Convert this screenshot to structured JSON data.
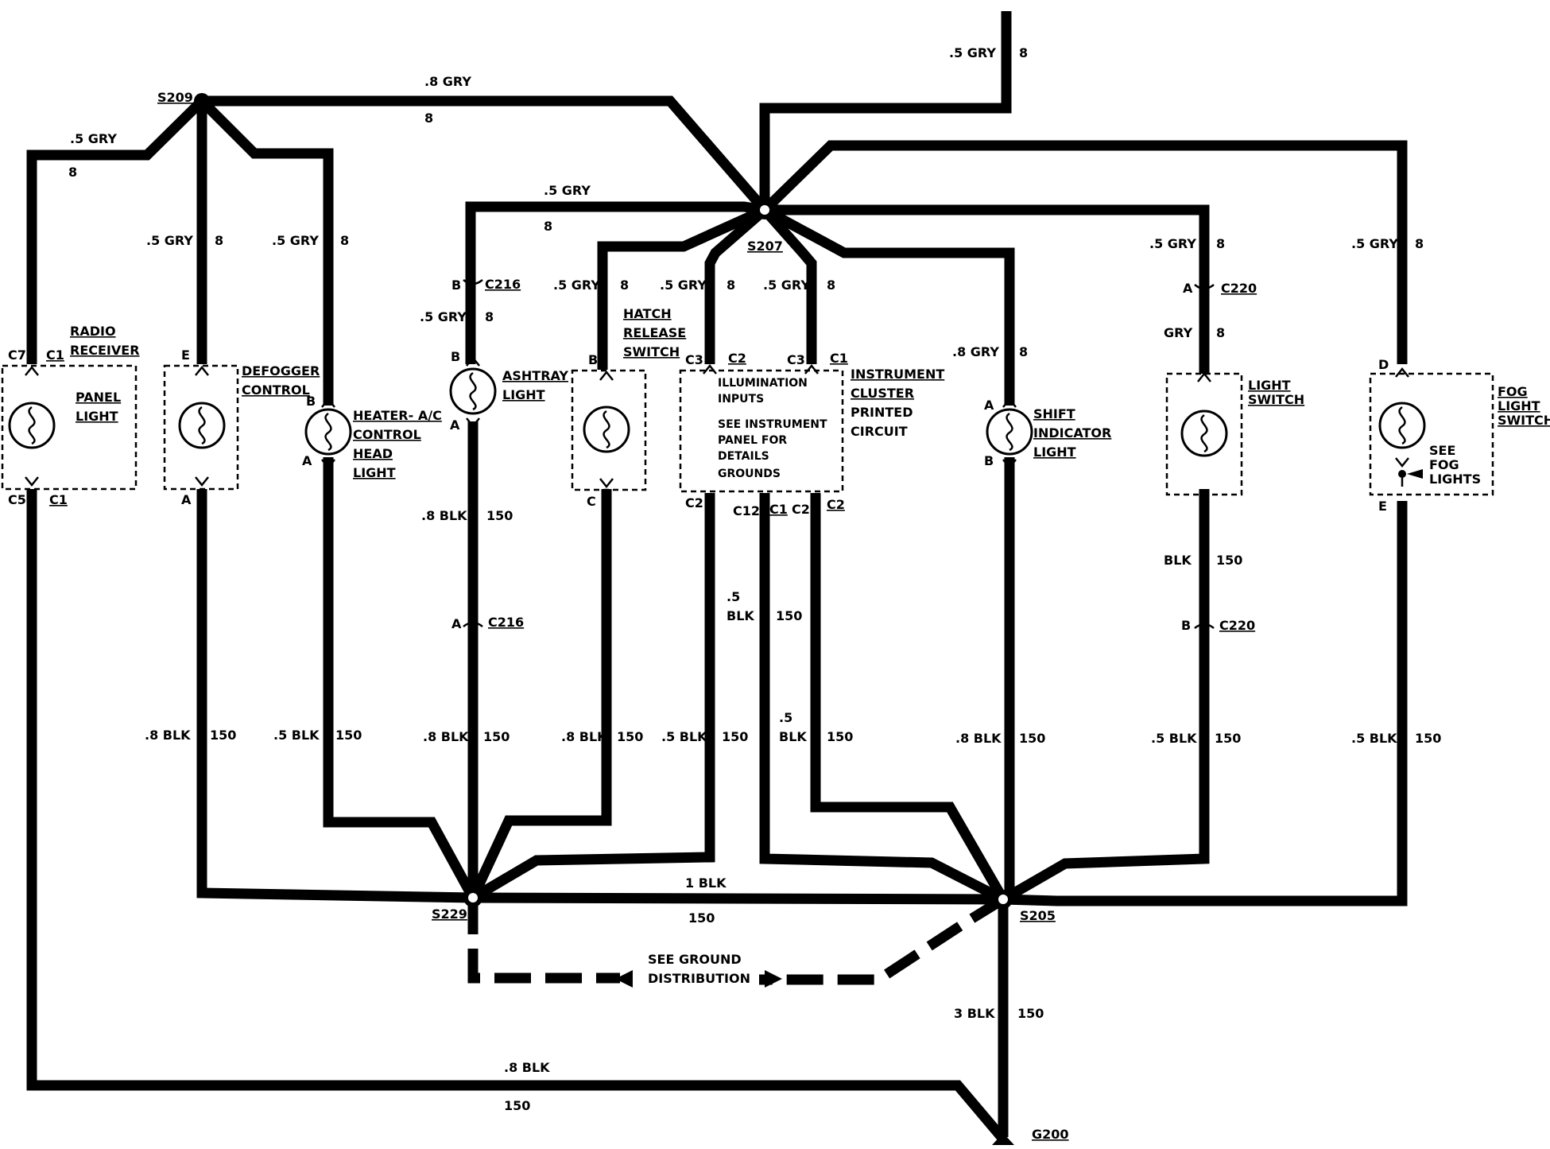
{
  "splices": {
    "s209": "S209",
    "s207": "S207",
    "s229": "S229",
    "s205": "S205",
    "g200": "G200"
  },
  "components": {
    "radio": {
      "title1": "RADIO",
      "title2": "RECEIVER",
      "inner1": "PANEL",
      "inner2": "LIGHT",
      "pin_top1": "C7",
      "pin_top2": "C1",
      "pin_bot1": "C5",
      "pin_bot2": "C1"
    },
    "defogger": {
      "title1": "DEFOGGER",
      "title2": "CONTROL",
      "pin_top": "E",
      "pin_bot": "A"
    },
    "heater": {
      "title1": "HEATER- A/C",
      "title2": "CONTROL",
      "title3": "HEAD",
      "title4": "LIGHT",
      "pin_top": "B",
      "pin_bot": "A"
    },
    "ashtray": {
      "title1": "ASHTRAY",
      "title2": "LIGHT",
      "pin_top": "B",
      "pin_bot": "A",
      "conn_top_pin": "B",
      "conn_top": "C216",
      "conn_bot_pin": "A",
      "conn_bot": "C216"
    },
    "hatch": {
      "title1": "HATCH",
      "title2": "RELEASE",
      "title3": "SWITCH",
      "pin_top": "B",
      "pin_bot": "C"
    },
    "cluster": {
      "inner1": "ILLUMINATION",
      "inner2": "INPUTS",
      "inner3": "SEE INSTRUMENT",
      "inner4": "PANEL FOR",
      "inner5": "DETAILS",
      "inner6": "GROUNDS",
      "title1": "INSTRUMENT",
      "title2": "CLUSTER",
      "title3": "PRINTED",
      "title4": "CIRCUIT",
      "pin_t1": "C3",
      "pin_t2": "C2",
      "pin_t3": "C3",
      "pin_t4": "C1",
      "pin_b1": "C2",
      "pin_b2": "C12",
      "pin_b3": "C1",
      "pin_b4": "C2",
      "pin_b5": "C2"
    },
    "shift": {
      "title1": "SHIFT",
      "title2": "INDICATOR",
      "title3": "LIGHT",
      "pin_top": "A",
      "pin_bot": "B"
    },
    "lightsw": {
      "title1": "LIGHT",
      "title2": "SWITCH",
      "conn_top_pin": "A",
      "conn_top": "C220",
      "conn_bot_pin": "B",
      "conn_bot": "C220"
    },
    "fog": {
      "title1": "FOG",
      "title2": "LIGHT",
      "title3": "SWITCH",
      "note1": "SEE",
      "note2": "FOG",
      "note3": "LIGHTS",
      "pin_top": "D",
      "pin_bot": "E"
    }
  },
  "wires": {
    "gry5": ".5 GRY",
    "gry8": ".8 GRY",
    "gry": "GRY",
    "c8": "8",
    "blk8": ".8 BLK",
    "blk5": ".5 BLK",
    "blk": "BLK",
    "blk1": "1 BLK",
    "blk3": "3 BLK",
    "dot5": ".5",
    "blkonly": "BLK",
    "c150": "150"
  },
  "ground_note": {
    "line1": "SEE GROUND",
    "line2": "DISTRIBUTION"
  }
}
